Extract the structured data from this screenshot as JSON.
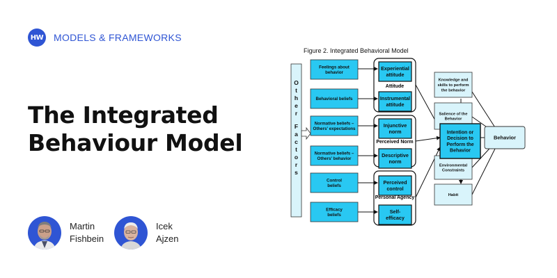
{
  "brand": {
    "logo_text": "HW",
    "category": "MODELS & FRAMEWORKS"
  },
  "title": {
    "line1": "The Integrated",
    "line2": "Behaviour Model"
  },
  "authors": [
    {
      "first": "Martin",
      "last": "Fishbein"
    },
    {
      "first": "Icek",
      "last": "Ajzen"
    }
  ],
  "diagram": {
    "caption": "Figure 2.  Integrated Behavioral Model",
    "other_factors": "Other Factors",
    "inputs": {
      "feelings": [
        "Feelings about",
        "behavior"
      ],
      "behavioral_beliefs": [
        "Behavioral beliefs"
      ],
      "normative_expect": [
        "Normative beliefs –",
        "Others' expectations"
      ],
      "normative_behavior": [
        "Normative beliefs –",
        "Others' behavior"
      ],
      "control_beliefs": [
        "Control",
        "beliefs"
      ],
      "efficacy_beliefs": [
        "Efficacy",
        "beliefs"
      ]
    },
    "groups": {
      "attitude": "Attitude",
      "perceived_norm": "Perceived Norm",
      "personal_agency": "Personal Agency"
    },
    "constructs": {
      "experiential": [
        "Experiential",
        "attitude"
      ],
      "instrumental": [
        "Instrumental",
        "attitude"
      ],
      "injunctive": [
        "Injunctive",
        "norm"
      ],
      "descriptive": [
        "Descriptive",
        "norm"
      ],
      "perceived_control": [
        "Perceived",
        "control"
      ],
      "self_efficacy": [
        "Self-",
        "efficacy"
      ]
    },
    "moderators": {
      "knowledge": [
        "Knowledge and",
        "skills to perform",
        "the behavior"
      ],
      "salience": [
        "Salience of the",
        "Behavior"
      ],
      "environmental": [
        "Environmental",
        "Constraints"
      ],
      "habit": [
        "Habit"
      ]
    },
    "intention": [
      "Intention or",
      "Decision to",
      "Perform the",
      "Behavior"
    ],
    "behavior": [
      "Behavior"
    ],
    "colors": {
      "fill": "#29c8f2",
      "light_fill": "#d9f4fb",
      "brand": "#2f55d4"
    }
  }
}
